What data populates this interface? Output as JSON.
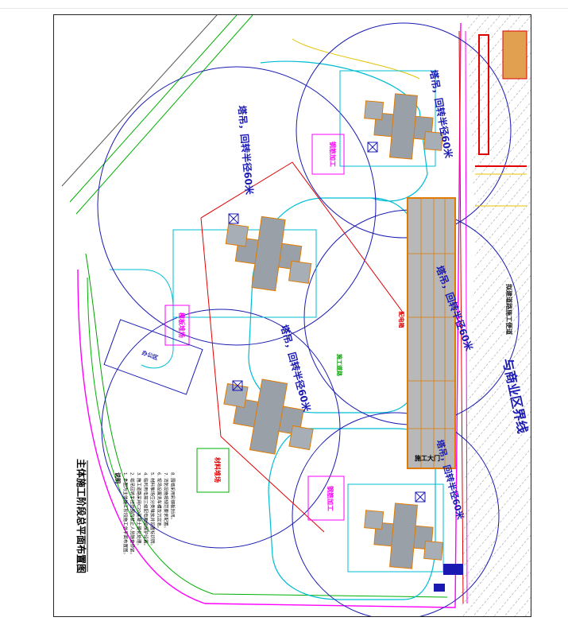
{
  "drawing": {
    "title": "主体施工阶段总平面布置图",
    "boundary_label": "与商业区界线",
    "road_label": "拟建道路施工便道"
  },
  "cranes": [
    {
      "label": "塔吊，回转半径60米"
    },
    {
      "label": "塔吊，回转半径60米"
    },
    {
      "label": "塔吊，回转半径60米"
    },
    {
      "label": "塔吊，回转半径60米"
    },
    {
      "label": "塔吊，回转半径60米"
    }
  ],
  "areas": {
    "material_1": "钢筋加工",
    "material_2": "模板堆场",
    "material_3": "钢筋加工",
    "material_4": "材料堆场",
    "gate": "施工大门",
    "office": "办公区",
    "dist_box": "配电箱",
    "road": "施工道路"
  },
  "notes": {
    "heading": "说明",
    "lines": [
      "1. 本图为主体施工阶段施工总平面布置图。",
      "2. 塔吊回转半径范围内禁止人员随意停留。",
      "3. 施工道路采用C20混凝土硬化处理。",
      "4. 临时用电按三级配电两级保护设置。",
      "5. 材料堆场应分类堆放并设置标识牌。",
      "6. 现场设置洗车槽及沉淀池。",
      "7. 消防设施按规范要求配置。",
      "8. 围墙采用彩钢板封闭。"
    ]
  },
  "colors": {
    "crane_radius": "#1a1ab3",
    "building": "#9aa0a8",
    "road": "#00bcd4",
    "fence": "#ff00ff",
    "boundary": "#555555",
    "power": "#e00000",
    "green": "#00b000"
  }
}
